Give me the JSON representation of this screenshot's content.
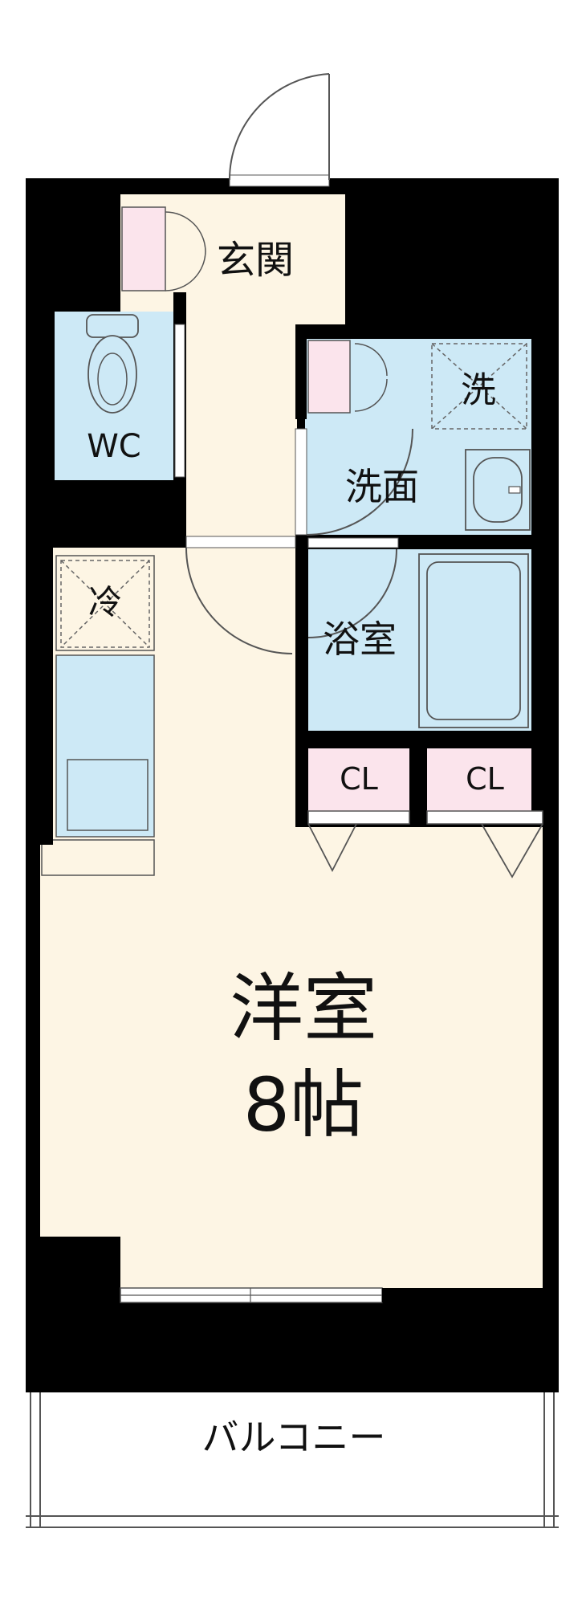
{
  "rooms": {
    "genkan": "玄関",
    "wc": "WC",
    "laundry": "洗",
    "washroom": "洗面",
    "fridge": "冷",
    "bathroom": "浴室",
    "closet_1": "CL",
    "closet_2": "CL",
    "western_room": "洋室",
    "western_room_size": "8帖",
    "balcony": "バルコニー"
  },
  "colors": {
    "wall": "#000000",
    "floor": "#fdf5e4",
    "wet_area": "#cde9f6",
    "closet": "#fbe4ec",
    "line": "#555555"
  }
}
